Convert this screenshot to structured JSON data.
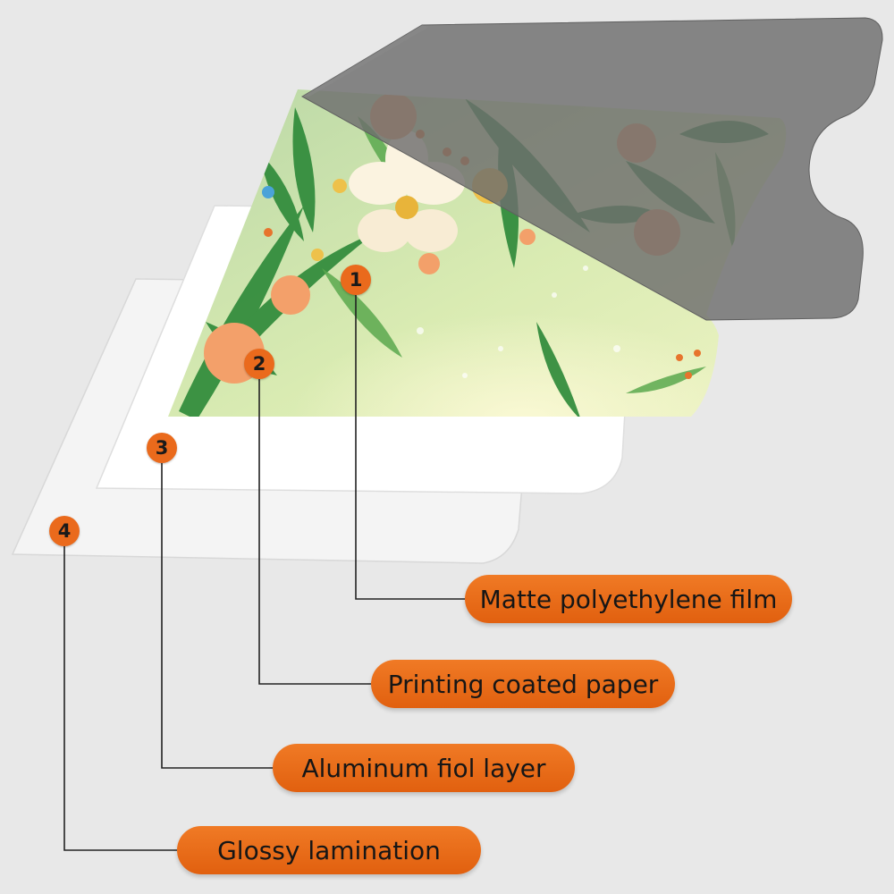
{
  "layers": [
    {
      "number": "1",
      "label": "Matte polyethylene film"
    },
    {
      "number": "2",
      "label": "Printing coated paper"
    },
    {
      "number": "3",
      "label": "Aluminum fiol layer"
    },
    {
      "number": "4",
      "label": "Glossy lamination"
    }
  ],
  "colors": {
    "background": "#e8e8e8",
    "accent": "#ea6a1c",
    "film": "#767676",
    "leaf": "#2f8a3a",
    "flower": "#f3a06a"
  }
}
